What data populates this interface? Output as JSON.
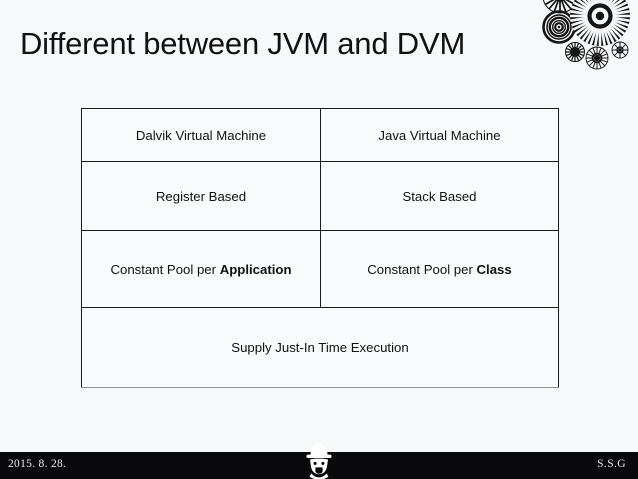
{
  "slide": {
    "title": "Different between JVM and DVM",
    "background_color": "#f7f8fa",
    "decoration_icon": "mandala-burst-ornament"
  },
  "table": {
    "columns": [
      "Dalvik Virtual Machine",
      "Java Virtual Machine"
    ],
    "rows": [
      {
        "type": "header",
        "left": "Dalvik Virtual Machine",
        "right": "Java Virtual Machine"
      },
      {
        "type": "pair",
        "left": "Register Based",
        "right": "Stack Based"
      },
      {
        "type": "pair-emphasis",
        "left_prefix": "Constant Pool per ",
        "left_bold": "Application",
        "right_prefix": "Constant Pool per ",
        "right_bold": "Class"
      },
      {
        "type": "merged",
        "text": "Supply Just-In Time Execution"
      }
    ],
    "border_color": "#1a1a1a",
    "cell_background": "#f9fafb"
  },
  "footer": {
    "date": "2015. 8. 28.",
    "author": "S.S.G",
    "logo_icon": "bowler-hat-figure-logo",
    "background_color": "#0a0a0c",
    "text_color": "#e9e9ea"
  }
}
